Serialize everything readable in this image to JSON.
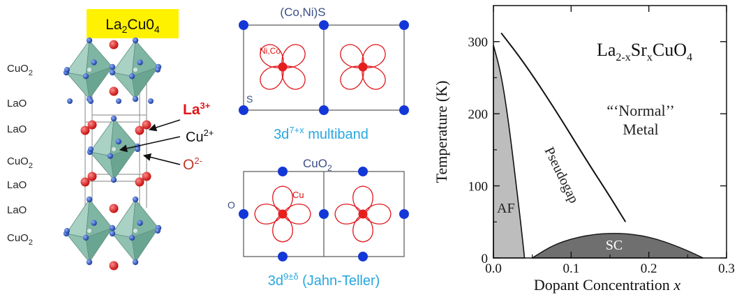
{
  "crystal": {
    "title": "La2Cu04",
    "title_main": "La",
    "title_sub": "2",
    "title_tail": "Cu0",
    "title_sub2": "4",
    "layers": [
      {
        "main": "CuO",
        "sub": "2"
      },
      {
        "main": "LaO",
        "sub": ""
      },
      {
        "main": "LaO",
        "sub": ""
      },
      {
        "main": "CuO",
        "sub": "2"
      },
      {
        "main": "LaO",
        "sub": ""
      },
      {
        "main": "LaO",
        "sub": ""
      },
      {
        "main": "CuO",
        "sub": "2"
      }
    ],
    "ions": [
      {
        "main": "La",
        "sup": "3+",
        "color": "#e0161b"
      },
      {
        "main": "Cu",
        "sup": "2+",
        "color": "#111111"
      },
      {
        "main": "O",
        "sup": "2-",
        "color": "#c0392b"
      }
    ],
    "colors": {
      "octahedron": "#8fc1b0",
      "cu": "#cfe6de",
      "la": "#e51e1e",
      "o": "#2f58b8",
      "label_bg": "#fff200"
    }
  },
  "orbital_top": {
    "title": "(Co,Ni)S",
    "site_label": "Ni,Co",
    "corner_label": "S",
    "caption_main": "3d",
    "caption_sup": "7+x",
    "caption_tail": " multiband"
  },
  "orbital_bottom": {
    "title_main": "CuO",
    "title_sub": "2",
    "site_label": "Cu",
    "side_label": "O",
    "caption_main": "3d",
    "caption_sup": "9±δ",
    "caption_tail": " (Jahn-Teller)"
  },
  "phase_diagram": {
    "title_main": "La",
    "title_sub1": "2-x",
    "title_mid": "Sr",
    "title_sub2": "x",
    "title_tail": "CuO",
    "title_sub3": "4",
    "xlabel": "Dopant Concentration",
    "xlabel_var": "x",
    "ylabel": "Temperature  (K)",
    "x_ticks": [
      "0.0",
      "0.1",
      "0.2",
      "0.3"
    ],
    "y_ticks": [
      "0",
      "100",
      "200",
      "300"
    ],
    "regions": {
      "af": "AF",
      "pseudogap": "Pseudogap",
      "normal_line1": "“‘Normal’’",
      "normal_line2": "Metal",
      "sc": "SC"
    }
  },
  "chart_data": {
    "type": "area",
    "xlim": [
      0,
      0.3
    ],
    "ylim": [
      0,
      350
    ],
    "xlabel": "Dopant Concentration x",
    "ylabel": "Temperature  (K)",
    "x_ticks": [
      0.0,
      0.1,
      0.2,
      0.3
    ],
    "y_ticks": [
      0,
      100,
      200,
      300
    ],
    "series": [
      {
        "name": "AF",
        "x": [
          0.0,
          0.01,
          0.02,
          0.03,
          0.035,
          0.04
        ],
        "y": [
          295,
          255,
          185,
          95,
          50,
          0
        ],
        "color": "#bdbdbd"
      },
      {
        "name": "Pseudogap",
        "x": [
          0.01,
          0.04,
          0.08,
          0.12,
          0.15,
          0.17
        ],
        "y": [
          312,
          270,
          205,
          135,
          85,
          50
        ]
      },
      {
        "name": "SC",
        "x": [
          0.05,
          0.08,
          0.12,
          0.16,
          0.2,
          0.24,
          0.27
        ],
        "y": [
          0,
          20,
          32,
          35,
          30,
          15,
          0
        ],
        "color": "#6f6f6f"
      }
    ]
  }
}
